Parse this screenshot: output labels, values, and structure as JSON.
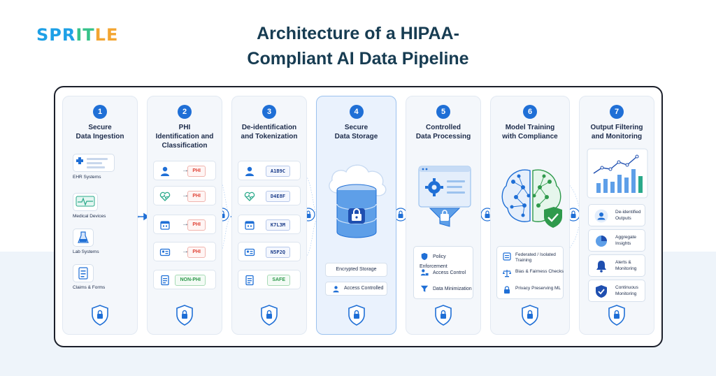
{
  "logo": {
    "part1": "SPR",
    "part2": "IT",
    "part3": "LE"
  },
  "title_line1": "Architecture of a HIPAA-",
  "title_line2": "Compliant AI Data Pipeline",
  "colors": {
    "accent": "#1f6fd6",
    "phi": "#e0463a",
    "safe": "#2f9a4c",
    "title": "#173c52"
  },
  "stages": [
    {
      "num": "1",
      "title": "Secure\nData Ingestion",
      "sources": [
        {
          "label": "EHR Systems",
          "icon": "ehr-icon"
        },
        {
          "label": "Medical Devices",
          "icon": "monitor-icon"
        },
        {
          "label": "Lab Systems",
          "icon": "flask-icon"
        },
        {
          "label": "Claims & Forms",
          "icon": "document-icon"
        }
      ]
    },
    {
      "num": "2",
      "title": "PHI\nIdentification and\nClassification",
      "rows": [
        {
          "icon": "person-icon",
          "tag": "PHI"
        },
        {
          "icon": "heartbeat-icon",
          "tag": "PHI"
        },
        {
          "icon": "calendar-icon",
          "tag": "PHI"
        },
        {
          "icon": "id-card-icon",
          "tag": "PHI"
        },
        {
          "icon": "document-icon",
          "tag": "NON-PHI"
        }
      ]
    },
    {
      "num": "3",
      "title": "De-identification\nand Tokenization",
      "rows": [
        {
          "icon": "person-icon",
          "tag": "A1B9C"
        },
        {
          "icon": "heartbeat-icon",
          "tag": "D4E8F"
        },
        {
          "icon": "calendar-icon",
          "tag": "K7L3M"
        },
        {
          "icon": "id-card-icon",
          "tag": "N5P2Q"
        },
        {
          "icon": "document-icon",
          "tag": "SAFE"
        }
      ]
    },
    {
      "num": "4",
      "title": "Secure\nData Storage",
      "boxes": [
        "Encrypted Storage",
        "Access Controlled"
      ]
    },
    {
      "num": "5",
      "title": "Controlled\nData Processing",
      "items": [
        "Policy Enforcement",
        "Access Control",
        "Data Minimization"
      ]
    },
    {
      "num": "6",
      "title": "Model Training\nwith Compliance",
      "items": [
        "Federated / Isolated Training",
        "Bias & Fairness Checks",
        "Privacy Preserving ML"
      ]
    },
    {
      "num": "7",
      "title": "Output Filtering\nand Monitoring",
      "items": [
        "De-identified Outputs",
        "Aggregate Insights",
        "Alerts & Monitoring",
        "Continuous Monitoring"
      ]
    }
  ]
}
